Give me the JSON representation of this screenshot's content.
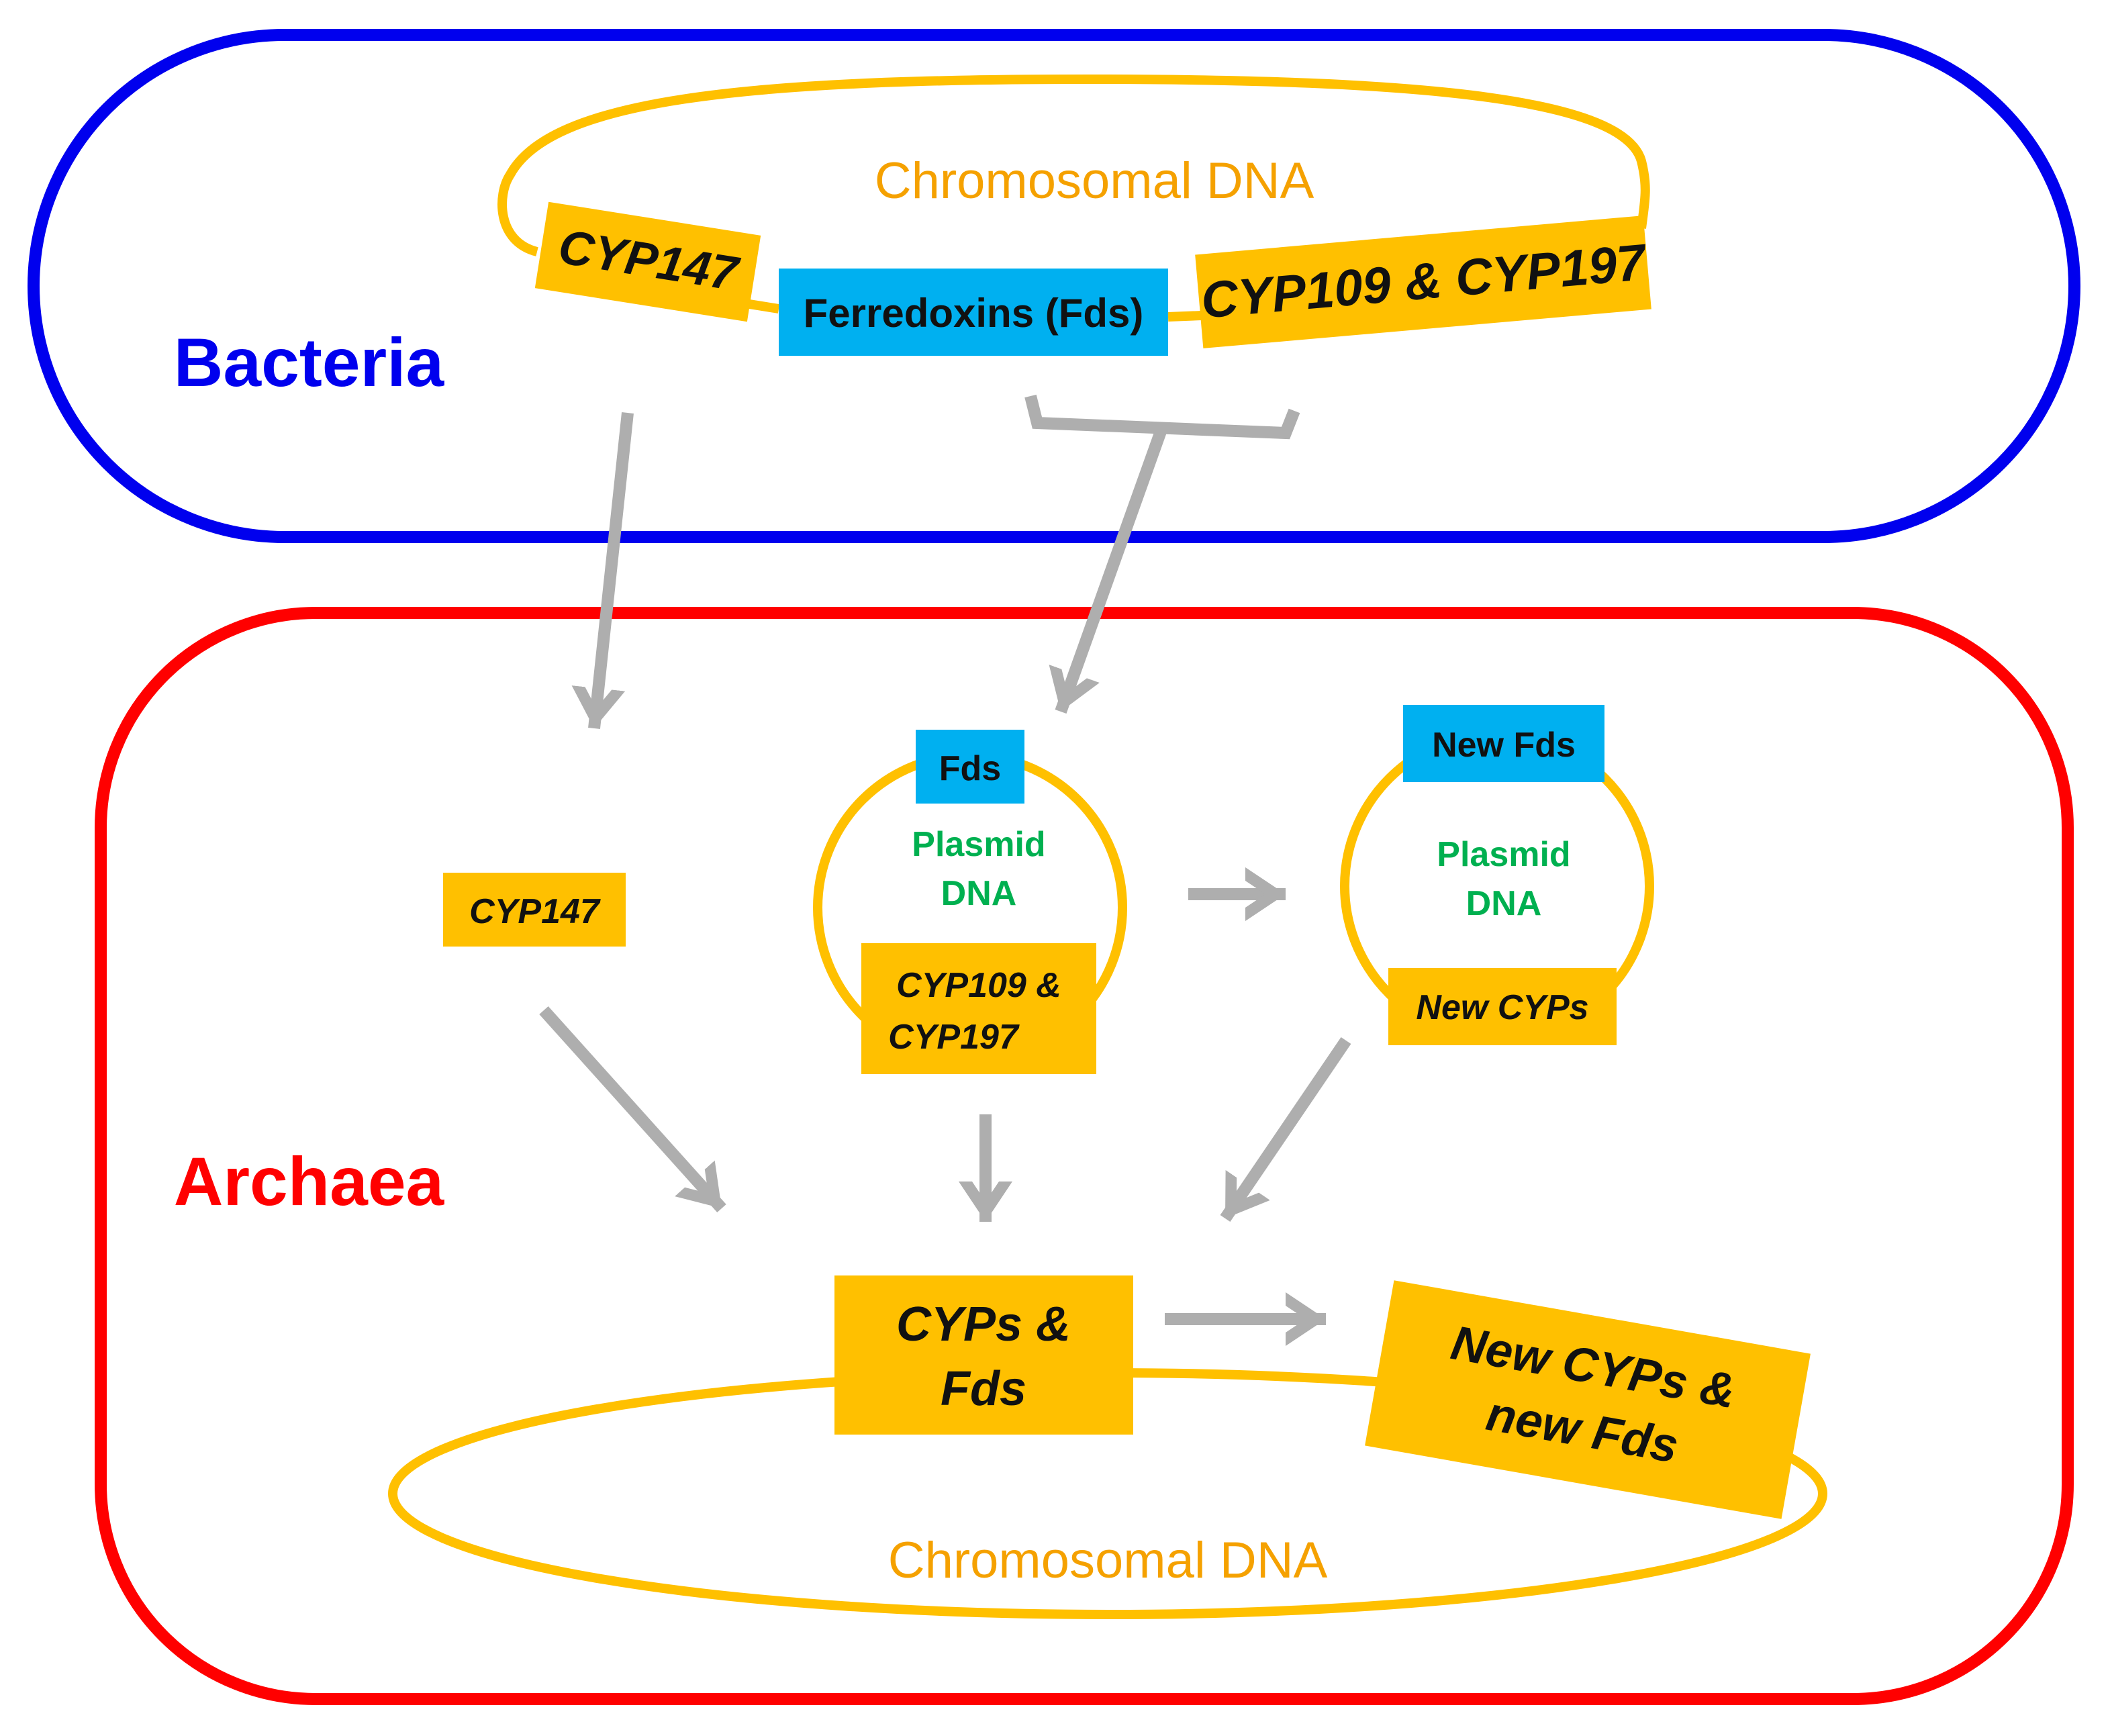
{
  "colors": {
    "bacteria": "#0000EE",
    "archaea": "#FF0000",
    "dna": "#FFC000",
    "dna_label": "#F5A100",
    "gene_box": "#FFC000",
    "ferredoxin_box": "#00B0F0",
    "plasmid_label": "#00B050",
    "arrow": "#AEAEAE",
    "gene_text": "#111111"
  },
  "bacteria": {
    "label": "Bacteria",
    "chromosome_label": "Chromosomal DNA",
    "genes": {
      "cyp147": "CYP147",
      "ferredoxins": "Ferredoxins (Fds)",
      "cyp109_cyp197": "CYP109 & CYP197"
    }
  },
  "archaea": {
    "label": "Archaea",
    "chromosome_label": "Chromosomal DNA",
    "cyp147": "CYP147",
    "plasmid_1": {
      "fds": "Fds",
      "label_line1": "Plasmid",
      "label_line2": "DNA",
      "cyp_line1": "CYP109 &",
      "cyp_line2": "CYP197"
    },
    "plasmid_2": {
      "fds": "New Fds",
      "label_line1": "Plasmid",
      "label_line2": "DNA",
      "cyps": "New CYPs"
    },
    "chromosome_genes": {
      "cyps_fds_line1": "CYPs &",
      "cyps_fds_line2": "Fds",
      "new_line1": "New CYPs &",
      "new_line2": "new Fds"
    }
  }
}
